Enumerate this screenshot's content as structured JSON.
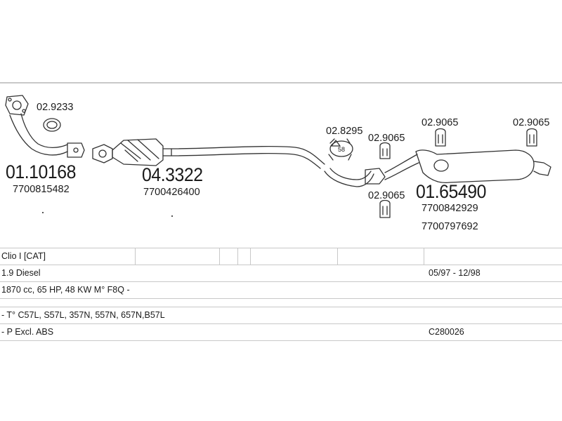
{
  "parts": {
    "downpipe": {
      "code": "01.10168",
      "oe": "7700815482"
    },
    "gasket_front": {
      "code": "02.9233"
    },
    "catalyst": {
      "code": "04.3322",
      "oe": "7700426400"
    },
    "clamp": {
      "code": "02.8295",
      "size": "58"
    },
    "rubber_mount_mid_top": {
      "code": "02.9065"
    },
    "rubber_mount_mid_bottom": {
      "code": "02.9065"
    },
    "rubber_mount_rear_left": {
      "code": "02.9065"
    },
    "rubber_mount_rear_right": {
      "code": "02.9065"
    },
    "rear_silencer": {
      "code": "01.65490",
      "oe1": "7700842929",
      "oe2": "7700797692"
    }
  },
  "table": {
    "model": "Clio I [CAT]",
    "engine": "1.9 Diesel",
    "years": "05/97 - 12/98",
    "spec": "1870 cc, 65 HP, 48 KW M° F8Q -",
    "types": "- T° C57L, S57L, 357N, 557N, 657N,B57L",
    "note": "- P Excl. ABS",
    "ref": "C280026"
  }
}
